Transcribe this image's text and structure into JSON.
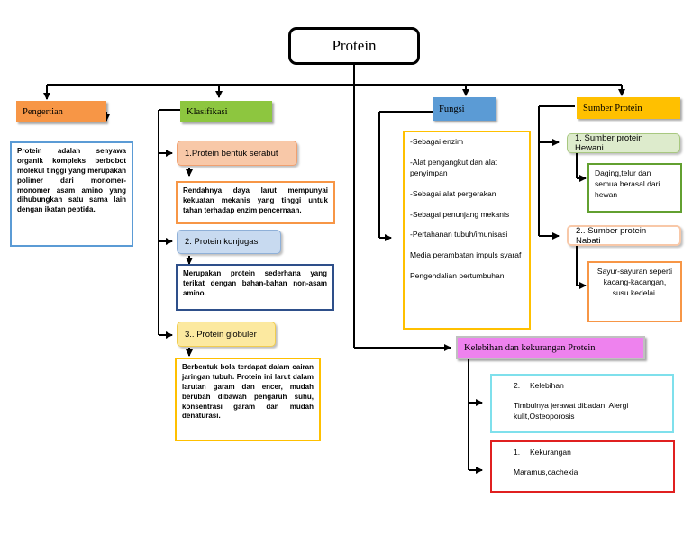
{
  "root": {
    "title": "Protein"
  },
  "pengertian": {
    "header": "Pengertian",
    "text": "Protein adalah senyawa organik kompleks berbobot molekul tinggi yang merupakan polimer dari monomer-monomer asam amino yang dihubungkan satu sama lain dengan ikatan peptida."
  },
  "klasifikasi": {
    "header": "Klasifikasi",
    "items": [
      {
        "label": "1.Protein bentuk serabut",
        "text": "Rendahnya daya larut mempunyai kekuatan mekanis yang tinggi untuk tahan terhadap enzim pencernaan."
      },
      {
        "label": "2. Protein konjugasi",
        "text": "Merupakan protein sederhana yang terikat dengan bahan-bahan non-asam amino."
      },
      {
        "label": "3.. Protein globuler",
        "text": "Berbentuk bola terdapat dalam cairan jaringan tubuh. Protein ini larut dalam larutan garam dan encer, mudah berubah dibawah pengaruh suhu, konsentrasi garam dan mudah denaturasi."
      }
    ]
  },
  "fungsi": {
    "header": "Fungsi",
    "items": [
      "-Sebagai enzim",
      "-Alat pengangkut dan alat penyimpan",
      "-Sebagai alat pergerakan",
      "-Sebagai penunjang mekanis",
      "-Pertahanan tubuh/imunisasi",
      "Media perambatan impuls syaraf",
      "Pengendalian pertumbuhan"
    ]
  },
  "sumber": {
    "header": "Sumber Protein",
    "items": [
      {
        "label": "1. Sumber protein Hewani",
        "text": "Daging,telur dan semua berasal dari hewan"
      },
      {
        "label": "2.. Sumber protein Nabati",
        "text": "Sayur-sayuran seperti kacang-kacangan, susu kedelai."
      }
    ]
  },
  "kelebihan": {
    "header": "Kelebihan dan kekurangan Protein",
    "items": [
      {
        "num": "2.",
        "title": "Kelebihan",
        "text": "Timbulnya jerawat dibadan, Alergi kulit,Osteoporosis"
      },
      {
        "num": "1.",
        "title": "Kekurangan",
        "text": "Maramus,cachexia"
      }
    ]
  },
  "colors": {
    "orange": "#f79646",
    "green": "#8dc63f",
    "blue": "#5b9bd5",
    "yellow": "#ffc000",
    "magenta": "#ee82ee",
    "peach": "#f8c8a8",
    "lightblue": "#c8daf0",
    "lightyellow": "#fce9a0",
    "lightgreen": "#ddebcc",
    "cyan": "#7fe0ec",
    "red": "#e02020"
  }
}
